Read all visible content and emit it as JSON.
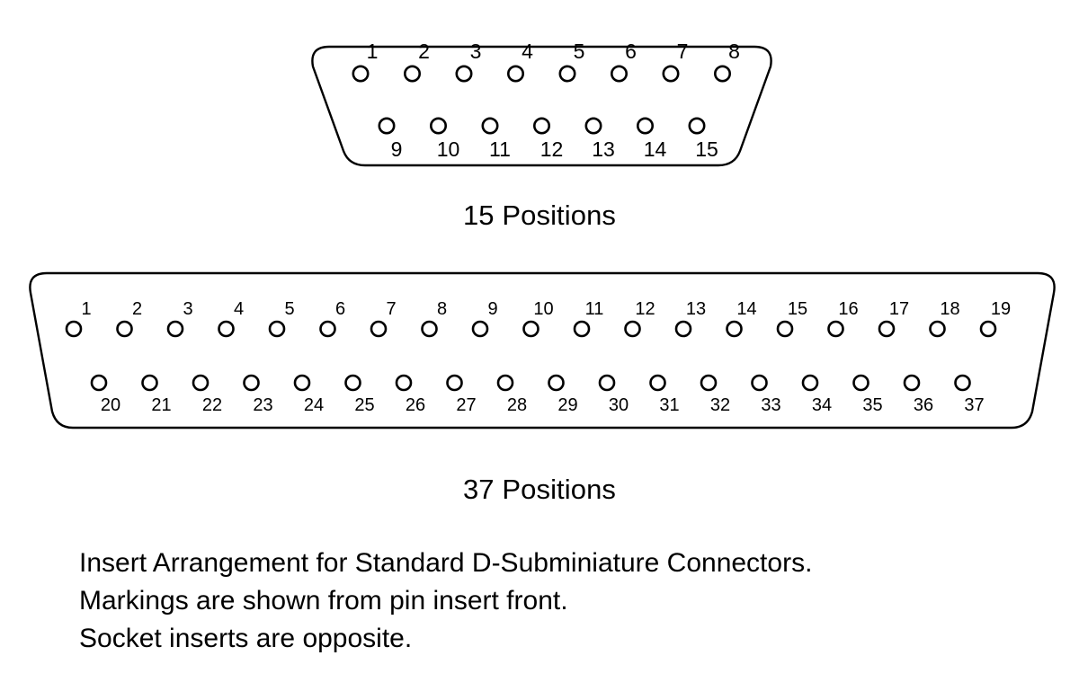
{
  "document": {
    "title": "Insert Arrangement for Standard D-Subminiature Connectors",
    "background_color": "#ffffff",
    "line_color": "#000000"
  },
  "connectors": [
    {
      "id": "connector-15",
      "name": "15-position D-Subminiature connector",
      "caption": "15 Positions",
      "position_count": 15,
      "rows": [
        {
          "name": "top-row",
          "label_placement": "above",
          "pins": [
            "1",
            "2",
            "3",
            "4",
            "5",
            "6",
            "7",
            "8"
          ]
        },
        {
          "name": "bottom-row",
          "label_placement": "below",
          "pins": [
            "9",
            "10",
            "11",
            "12",
            "13",
            "14",
            "15"
          ]
        }
      ]
    },
    {
      "id": "connector-37",
      "name": "37-position D-Subminiature connector",
      "caption": "37 Positions",
      "position_count": 37,
      "rows": [
        {
          "name": "top-row",
          "label_placement": "above",
          "pins": [
            "1",
            "2",
            "3",
            "4",
            "5",
            "6",
            "7",
            "8",
            "9",
            "10",
            "11",
            "12",
            "13",
            "14",
            "15",
            "16",
            "17",
            "18",
            "19"
          ]
        },
        {
          "name": "bottom-row",
          "label_placement": "below",
          "pins": [
            "20",
            "21",
            "22",
            "23",
            "24",
            "25",
            "26",
            "27",
            "28",
            "29",
            "30",
            "31",
            "32",
            "33",
            "34",
            "35",
            "36",
            "37"
          ]
        }
      ]
    }
  ],
  "notes": [
    "Insert Arrangement for Standard D-Subminiature Connectors.",
    "Markings are shown from pin insert front.",
    "Socket inserts are opposite."
  ]
}
